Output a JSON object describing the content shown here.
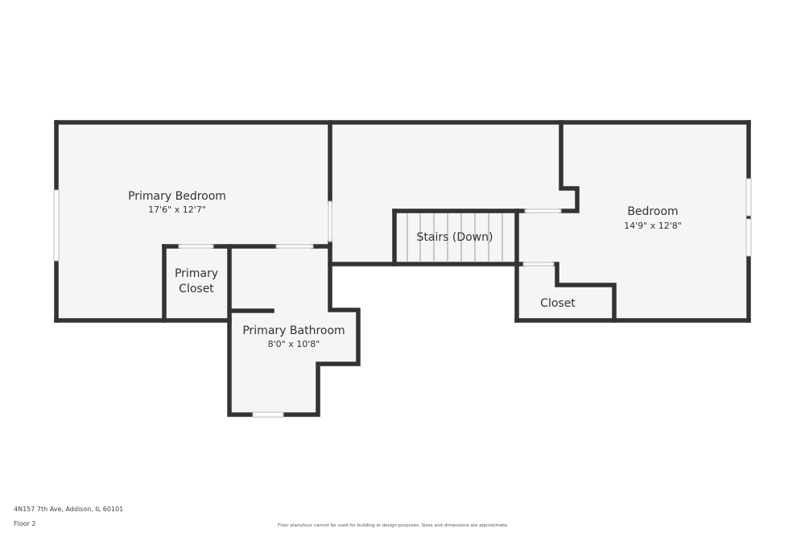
{
  "rooms": {
    "primary_bedroom": {
      "name": "Primary Bedroom",
      "dimensions": "17'6\" x 12'7\""
    },
    "primary_closet": {
      "name_line1": "Primary",
      "name_line2": "Closet"
    },
    "primary_bathroom": {
      "name": "Primary Bathroom",
      "dimensions": "8'0\" x 10'8\""
    },
    "stairs": {
      "name": "Stairs (Down)"
    },
    "bedroom": {
      "name": "Bedroom",
      "dimensions": "14'9\" x 12'8\""
    },
    "closet": {
      "name": "Closet"
    }
  },
  "footer": {
    "address": "4N157 7th Ave, Addison, IL 60101",
    "floor": "Floor 2",
    "disclaimer": "Floor plans/tour cannot be used for building or design purposes. Sizes and dimensions are approximate."
  },
  "colors": {
    "wall": "#333336",
    "floor": "#f5f5f5",
    "background": "#ffffff"
  }
}
